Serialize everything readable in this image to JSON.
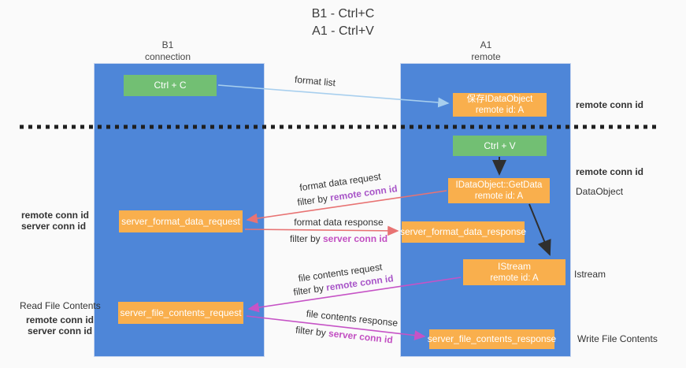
{
  "title": {
    "line1": "B1 - Ctrl+C",
    "line2": "A1 - Ctrl+V"
  },
  "columns": {
    "left": {
      "name": "B1",
      "role": "connection"
    },
    "right": {
      "name": "A1",
      "role": "remote"
    }
  },
  "boxes": {
    "ctrl_c": "Ctrl + C",
    "ctrl_v": "Ctrl + V",
    "save_idataobject": {
      "line1": "保存IDataObject",
      "line2": "remote id: A"
    },
    "idataobject_getdata": {
      "line1": "IDataObject::GetData",
      "line2": "remote id: A"
    },
    "istream": {
      "line1": "IStream",
      "line2": "remote id: A"
    },
    "server_format_data_request": "server_format_data_request",
    "server_format_data_response": "server_format_data_response",
    "server_file_contents_request": "server_file_contents_request",
    "server_file_contents_response": "server_file_contents_response"
  },
  "flow_labels": {
    "format_list": "format list",
    "format_data_request": "format data request",
    "format_data_response": "format data response",
    "file_contents_request": "file contents request",
    "file_contents_response": "file contents response",
    "filter_by": "filter by",
    "remote_conn_id": "remote conn id",
    "server_conn_id": "server conn id"
  },
  "side_labels": {
    "remote_conn_id": "remote conn id",
    "server_conn_id": "server conn id",
    "dataobject": "DataObject",
    "istream": "Istream",
    "read_file_contents": "Read File Contents",
    "write_file_contents": "Write File Contents"
  },
  "colors": {
    "column_blue": "#4e86d8",
    "box_orange": "#f9af4d",
    "box_green": "#72bf73",
    "arrow_light_blue": "#a8cfee",
    "arrow_red": "#e87373",
    "arrow_magenta": "#c653c6",
    "arrow_black": "#2f2f2f",
    "text_purple": "#a855c8",
    "text_magenta": "#c24fc2",
    "text_green": "#57b55c",
    "background": "#fafafa"
  }
}
